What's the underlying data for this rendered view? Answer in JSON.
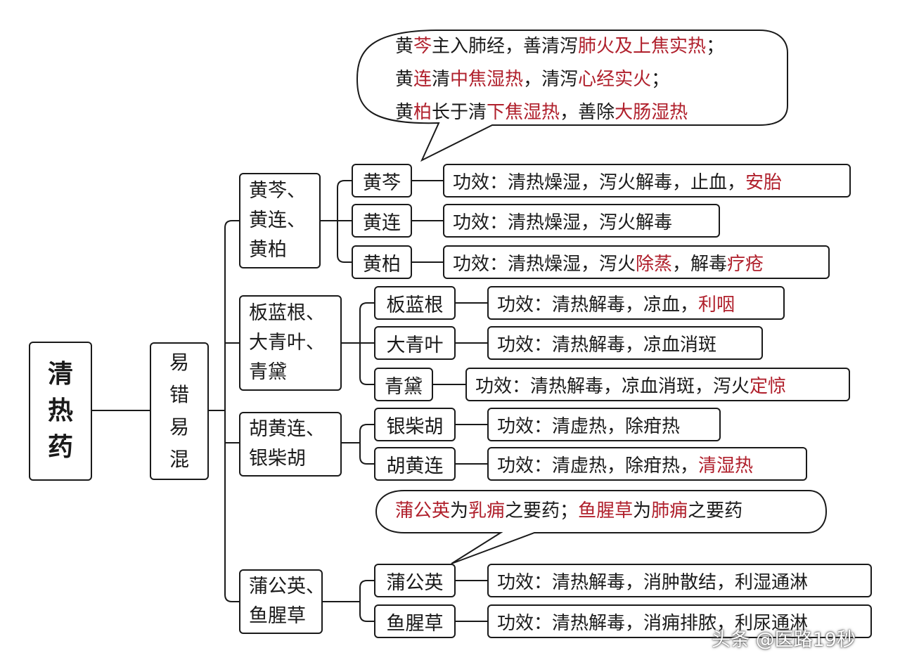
{
  "root": {
    "lines": [
      "清",
      "热",
      "药"
    ]
  },
  "sub": {
    "lines": [
      "易",
      "错",
      "易",
      "混"
    ]
  },
  "callout_top": [
    [
      {
        "t": "黄"
      },
      {
        "t": "芩",
        "r": true
      },
      {
        "t": "主入肺经，善清泻"
      },
      {
        "t": "肺火及上焦实热",
        "r": true
      },
      {
        "t": "；"
      }
    ],
    [
      {
        "t": "黄"
      },
      {
        "t": "连",
        "r": true
      },
      {
        "t": "清"
      },
      {
        "t": "中焦湿热",
        "r": true
      },
      {
        "t": "，清泻"
      },
      {
        "t": "心经实火",
        "r": true
      },
      {
        "t": "；"
      }
    ],
    [
      {
        "t": "黄"
      },
      {
        "t": "柏",
        "r": true
      },
      {
        "t": "长于清"
      },
      {
        "t": "下焦湿热",
        "r": true
      },
      {
        "t": "，善除"
      },
      {
        "t": "大肠湿热",
        "r": true
      }
    ]
  ],
  "callout_mid": [
    [
      {
        "t": "蒲公英",
        "r": true
      },
      {
        "t": "为"
      },
      {
        "t": "乳痈",
        "r": true
      },
      {
        "t": "之要药；"
      },
      {
        "t": "鱼腥草",
        "r": true
      },
      {
        "t": "为"
      },
      {
        "t": "肺痈",
        "r": true
      },
      {
        "t": "之要药"
      }
    ]
  ],
  "groups": [
    {
      "lines": [
        "黄芩、",
        "黄连、",
        "黄柏"
      ],
      "herbs": [
        {
          "name": "黄芩",
          "effect": [
            {
              "t": "功效：清热燥湿，泻火解毒，止血，"
            },
            {
              "t": "安胎",
              "r": true
            }
          ]
        },
        {
          "name": "黄连",
          "effect": [
            {
              "t": "功效：清热燥湿，泻火解毒"
            }
          ]
        },
        {
          "name": "黄柏",
          "effect": [
            {
              "t": "功效：清热燥湿，泻火"
            },
            {
              "t": "除蒸",
              "r": true
            },
            {
              "t": "，解毒"
            },
            {
              "t": "疗疮",
              "r": true
            }
          ]
        }
      ]
    },
    {
      "lines": [
        "板蓝根、",
        "大青叶、",
        "青黛"
      ],
      "herbs": [
        {
          "name": "板蓝根",
          "effect": [
            {
              "t": "功效：清热解毒，凉血，"
            },
            {
              "t": "利咽",
              "r": true
            }
          ]
        },
        {
          "name": "大青叶",
          "effect": [
            {
              "t": "功效：清热解毒，凉血消斑"
            }
          ]
        },
        {
          "name": "青黛",
          "effect": [
            {
              "t": "功效：清热解毒，凉血消斑，泻火"
            },
            {
              "t": "定惊",
              "r": true
            }
          ]
        }
      ]
    },
    {
      "lines": [
        "胡黄连、",
        "银柴胡"
      ],
      "herbs": [
        {
          "name": "银柴胡",
          "effect": [
            {
              "t": "功效：清虚热，除疳热"
            }
          ]
        },
        {
          "name": "胡黄连",
          "effect": [
            {
              "t": "功效：清虚热，除疳热，"
            },
            {
              "t": "清湿热",
              "r": true
            }
          ]
        }
      ]
    },
    {
      "lines": [
        "蒲公英、",
        "鱼腥草"
      ],
      "herbs": [
        {
          "name": "蒲公英",
          "effect": [
            {
              "t": "功效：清热解毒，消肿散结，利湿通淋"
            }
          ]
        },
        {
          "name": "鱼腥草",
          "effect": [
            {
              "t": "功效：清热解毒，消痈排脓，利尿通淋"
            }
          ]
        }
      ]
    }
  ],
  "watermark": "头条 @医路19秒"
}
